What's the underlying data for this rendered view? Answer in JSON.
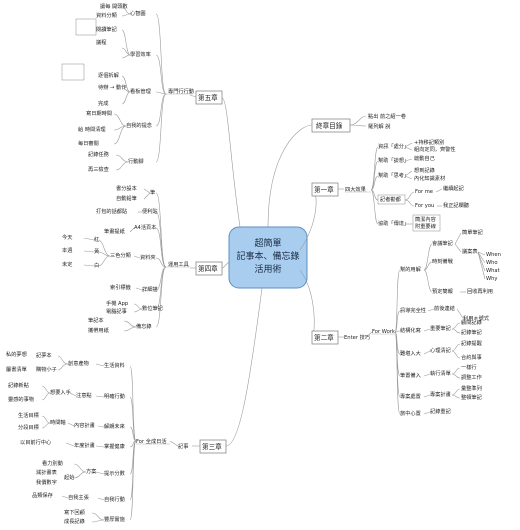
{
  "center": [
    "超簡單",
    "記事本、備忘錄",
    "活用術"
  ],
  "chapters": {
    "intro": "終章目錄",
    "ch1": "第一章",
    "ch2": "第二章",
    "ch3": "第三章",
    "ch4": "第四章",
    "ch5": "第五章"
  },
  "branches": {
    "intro": [
      "點出 前之紹一卷",
      "羅列解 說"
    ],
    "ch1_main": "四大效果",
    "ch1": [
      {
        "text": "資訊「處分」",
        "subs": [
          "+持移記類別",
          "組向定同，齊警性"
        ]
      },
      {
        "text": "幫助「談想」",
        "subs": [
          "啟動自己"
        ]
      },
      {
        "text": "幫助「思考」",
        "subs": [
          "想到記錄",
          "內化知識素材"
        ]
      },
      {
        "text": "記者勸都",
        "subs": [
          "For me",
          "For you"
        ],
        "leaves": [
          "繼續起記",
          "我正記欄聽"
        ]
      },
      {
        "text": "協助「傳達」",
        "subs": [
          "簡潔內容",
          "附重要線"
        ]
      }
    ],
    "ch2_main": "Enter 技巧",
    "ch2_for": "For Work",
    "ch2": [
      {
        "text": "幫的用解",
        "subs": [
          "會議筆記",
          "時刻備戰",
          "預定簡報"
        ],
        "leaves": [
          "簡單筆記",
          "議案表",
          "When",
          "Who",
          "What",
          "Why",
          "回收再利用"
        ]
      },
      {
        "text": "訊導完全性",
        "subs": [
          "前後連結",
          "利用＊號式"
        ]
      },
      {
        "text": "結構化寫",
        "subs": [
          "重要筆記",
          "顧問記錄",
          "記錄筆記"
        ]
      },
      {
        "text": "難堪入大",
        "subs": [
          "記錄提醒",
          "心理清記",
          "合約與事"
        ]
      },
      {
        "text": "筆置備入",
        "subs": [
          "執行清單",
          "一樣行",
          "調整工作"
        ]
      },
      {
        "text": "專案處置",
        "subs": [
          "專案計畫",
          "彙整準列",
          "整頓筆記"
        ]
      },
      {
        "text": "旅中心置",
        "subs": [
          "記錄重記"
        ]
      }
    ],
    "ch3_main": "記事",
    "ch3_for": "For 全成日活",
    "ch3": [
      {
        "text": "生活資料",
        "subs": [
          "創意產物",
          "資料記錄"
        ],
        "leaves": [
          "私的夢想",
          "記夢本",
          "屬書清單",
          "購物小子"
        ]
      },
      {
        "text": "明確行動",
        "subs": [
          "注意點",
          "想要入手",
          "記錄新點",
          "靈感的事物"
        ]
      },
      {
        "text": "解朗未來",
        "subs": [
          "內容計畫",
          "時間軸",
          "生活目標",
          "分段目標"
        ]
      },
      {
        "text": "掌握健康",
        "subs": [
          "年度計畫",
          "以目前行中心"
        ]
      },
      {
        "text": "提示分數",
        "subs": [
          "方案",
          "看力別動",
          "減計畫表",
          "起始",
          "我價數字"
        ]
      },
      {
        "text": "自我行動",
        "subs": [
          "自我主張",
          "品類保存"
        ]
      },
      {
        "text": "豐厚實施",
        "subs": [
          "寫下回顧",
          "成長記錄"
        ]
      }
    ],
    "ch4_main": "運用工具",
    "ch4": [
      {
        "text": "筆",
        "subs": [
          "書分設本",
          "自動鉛筆"
        ]
      },
      {
        "text": "便利貼",
        "subs": [
          "打包的話都貼"
        ]
      },
      {
        "text": "A4活頁本",
        "subs": [
          "筆畫提紙"
        ]
      },
      {
        "text": "資料夾",
        "subs": [
          "三色分類",
          "今天",
          "本週",
          "未定",
          "紅",
          "黃",
          "白"
        ]
      },
      {
        "text": "詳細描",
        "subs": [
          "索引標籤"
        ]
      },
      {
        "text": "數位筆記",
        "subs": [
          "手機 App",
          "電腦記事"
        ]
      },
      {
        "text": "備忘錄",
        "subs": [
          "筆記本",
          "攜帶用紙"
        ]
      }
    ],
    "ch5_main": "專門行行動",
    "ch5": [
      {
        "text": "心智圖",
        "subs": [
          "讓每 開頭數",
          "資料分類"
        ]
      },
      {
        "text": "學習效率",
        "subs": [
          "閱讀筆記",
          "議程"
        ]
      },
      {
        "text": "看板管理",
        "subs": [
          "逐個拆解",
          "待辦 → 動作",
          "完成"
        ]
      },
      {
        "text": "自我的提念",
        "subs": [
          "寫日期時間",
          "給 時間清理",
          "每日審閱"
        ]
      },
      {
        "text": "行動腳",
        "subs": [
          "記錄任務",
          "再三檢查"
        ]
      }
    ]
  }
}
